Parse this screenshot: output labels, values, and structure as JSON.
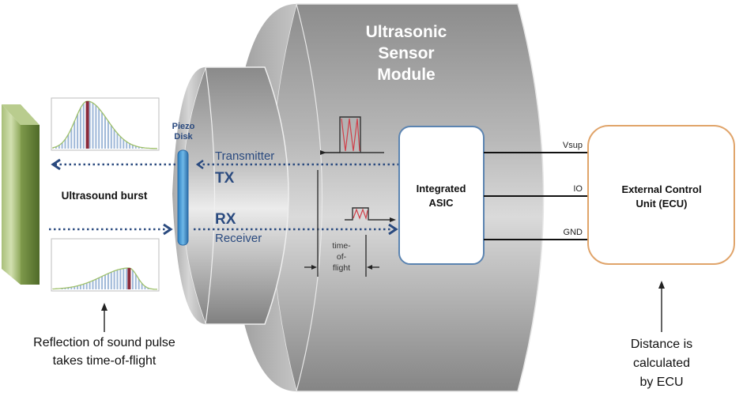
{
  "title": "Ultrasonic Sensor Module",
  "module": {
    "title_lines": [
      "Ultrasonic",
      "Sensor",
      "Module"
    ]
  },
  "piezo": {
    "label_lines": [
      "Piezo",
      "Disk"
    ]
  },
  "channels": {
    "transmitter_label": "Transmitter",
    "tx_label": "TX",
    "rx_label": "RX",
    "receiver_label": "Receiver"
  },
  "time_of_flight": {
    "label_lines": [
      "time-",
      "of-",
      "flight"
    ]
  },
  "asic": {
    "label_lines": [
      "Integrated",
      "ASIC"
    ]
  },
  "bus": {
    "lines": [
      "Vsup",
      "IO",
      "GND"
    ]
  },
  "ecu": {
    "label_lines": [
      "External Control",
      "Unit (ECU)"
    ]
  },
  "burst_label": "Ultrasound burst",
  "captions": {
    "reflection_lines": [
      "Reflection of sound pulse",
      "takes time-of-flight"
    ],
    "distance_lines": [
      "Distance is",
      "calculated",
      "by ECU"
    ]
  },
  "colors": {
    "blue_text": "#2a4a7f",
    "asic_border": "#5b84b1",
    "ecu_border": "#e0a46a",
    "pulse_red": "#d0404a",
    "obstacle_green": "#7a9a48",
    "marker_red": "#8b2a3a",
    "hist_blue": "#9fb8d8",
    "hist_outline": "#9ec06a"
  },
  "histograms": {
    "outgoing": {
      "peak_position": 0.33,
      "relative_height": 1.0
    },
    "returning": {
      "peak_position": 0.73,
      "relative_height": 0.45
    }
  }
}
